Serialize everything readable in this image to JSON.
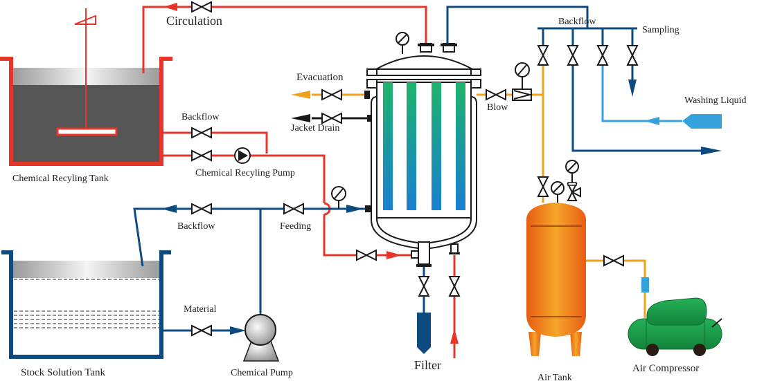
{
  "title": "Chemical filtration process flow diagram",
  "colors": {
    "chemical_line": "#e8352b",
    "solution_line": "#0d4a80",
    "washing_line": "#36a2dc",
    "air_line": "#f0a21c",
    "tank_liquid": "#555555",
    "filter_elements_top": "#1fb46a",
    "filter_elements_bottom": "#1a7fd0",
    "air_tank": "#f07a1c",
    "compressor": "#1fa04a"
  },
  "labels": {
    "circulation": "Circulation",
    "chemical_recycling_tank": "Chemical Recyling Tank",
    "backflow_top": "Backflow",
    "chemical_recycling_pump": "Chemical Recyling Pump",
    "evacuation": "Evacuation",
    "jacket_drain": "Jacket Drain",
    "blow": "Blow",
    "backflow_right": "Backflow",
    "sampling": "Sampling",
    "washing_liquid": "Washing Liquid",
    "backflow_left": "Backflow",
    "feeding": "Feeding",
    "stock_solution_tank": "Stock Solution Tank",
    "material": "Material",
    "chemical_pump": "Chemical Pump",
    "filter": "Filter",
    "air_tank": "Air Tank",
    "air_compressor": "Air Compressor"
  }
}
